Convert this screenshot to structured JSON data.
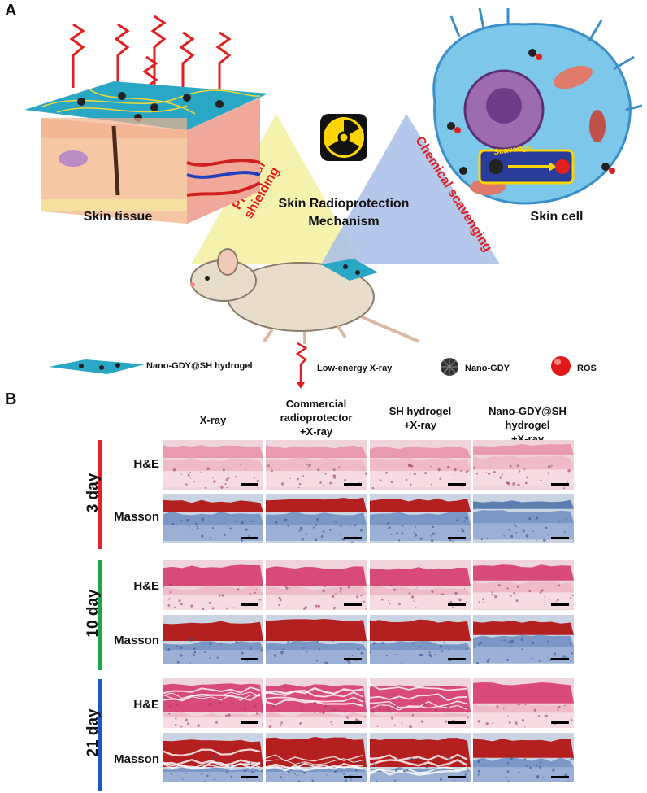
{
  "panel_a": {
    "letter": "A",
    "skin_tissue_label": "Skin tissue",
    "skin_cell_label": "Skin cell",
    "center_title_line1": "Skin Radioprotection",
    "center_title_line2": "Mechanism",
    "left_triangle_text": "Physical shielding",
    "right_triangle_text": "Chemical scavenging",
    "scavenge_text": "Scavenge",
    "legend": {
      "hydrogel": "Nano-GDY@SH hydrogel",
      "xray": "Low-energy X-ray",
      "nanogdy": "Nano-GDY",
      "ros": "ROS"
    },
    "colors": {
      "xray_red": "#e02020",
      "hydrogel_teal": "#2aa7c4",
      "left_triangle": "#f3f0a0",
      "right_triangle": "#a8bde8",
      "radiation_yellow": "#ffd400"
    }
  },
  "panel_b": {
    "letter": "B",
    "columns": [
      {
        "line1": "X-ray",
        "line2": "",
        "line3": ""
      },
      {
        "line1": "Commercial",
        "line2": "radioprotector",
        "line3": "+X-ray"
      },
      {
        "line1": "SH hydrogel",
        "line2": "+X-ray",
        "line3": ""
      },
      {
        "line1": "Nano-GDY@SH hydrogel",
        "line2": "+X-ray",
        "line3": ""
      }
    ],
    "groups": [
      {
        "day": "3 day",
        "bar_color": "#e8202a",
        "stains": [
          "H&E",
          "Masson"
        ]
      },
      {
        "day": "10 day",
        "bar_color": "#1aa94a",
        "stains": [
          "H&E",
          "Masson"
        ]
      },
      {
        "day": "21 day",
        "bar_color": "#1b57c8",
        "stains": [
          "H&E",
          "Masson"
        ]
      }
    ]
  }
}
